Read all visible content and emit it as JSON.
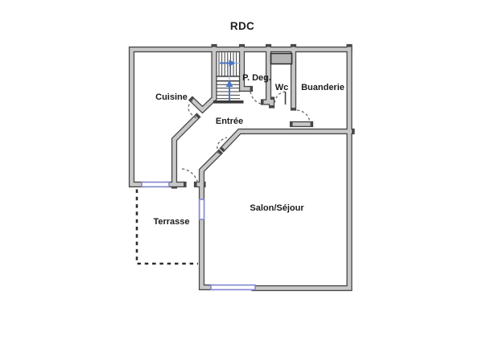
{
  "title": "RDC",
  "rooms": {
    "cuisine": "Cuisine",
    "p_deg": "P. Deg.",
    "wc": "Wc",
    "buanderie": "Buanderie",
    "entree": "Entrée",
    "salon": "Salon/Séjour",
    "terrasse": "Terrasse"
  },
  "colors": {
    "wall_fill": "#c8c8c8",
    "wall_outline": "#474747",
    "window": "#8187d0",
    "stair_arrow": "#4a76c8",
    "duct_fill": "#b4b4b4",
    "label_text": "#1d1d1f",
    "background": "#ffffff"
  },
  "features": {
    "stairs": "L-shaped staircase with up-direction arrows",
    "duct": "duct/chimney block between Wc and Buanderie",
    "terrace_boundary": "dashed outline of open terrace",
    "door_count": 6,
    "window_count": 3
  }
}
